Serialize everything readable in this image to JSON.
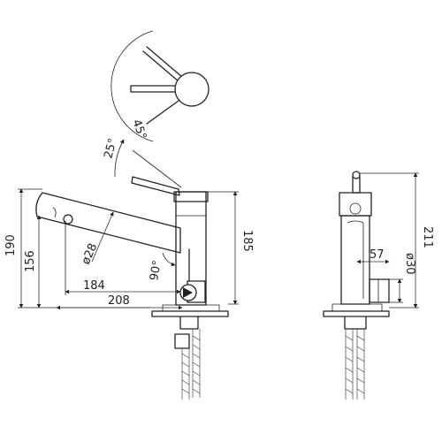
{
  "top_view": {
    "angle_label": "45°"
  },
  "side_view": {
    "lever_angle_label": "25°",
    "dimensions": {
      "total_height": "190",
      "spout_height": "156",
      "body_height": "185",
      "spout_reach_inner": "184",
      "spout_reach_total": "208",
      "spout_diameter": "ø28",
      "swivel_angle": "90°"
    }
  },
  "rear_view": {
    "dimensions": {
      "total_height": "211",
      "handle_offset": "57",
      "handle_diameter": "ø30"
    }
  },
  "colors": {
    "line": "#222222",
    "background": "#ffffff"
  }
}
